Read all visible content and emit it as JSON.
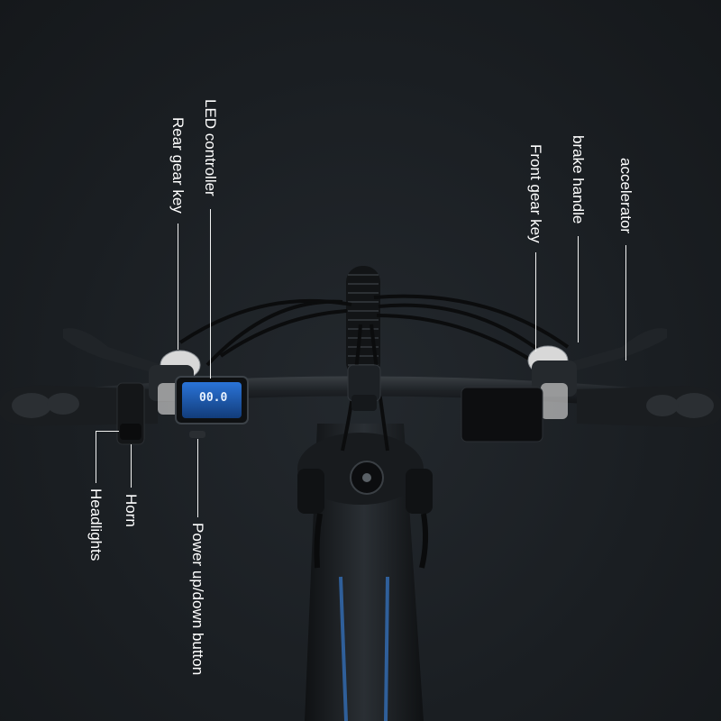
{
  "labels": {
    "rear_gear_key": "Rear gear key",
    "led_controller": "LED controller",
    "front_gear_key": "Front gear key",
    "brake_handle": "brake handle",
    "accelerator": "accelerator",
    "headlights": "Headlights",
    "horn": "Horn",
    "power_button": "Power up/down button"
  },
  "display": {
    "speed": "00.0"
  },
  "colors": {
    "background": "#1b1f23",
    "label": "#ffffff",
    "display_screen": "#1e5fb8",
    "frame_accent": "#2f5f9a"
  }
}
